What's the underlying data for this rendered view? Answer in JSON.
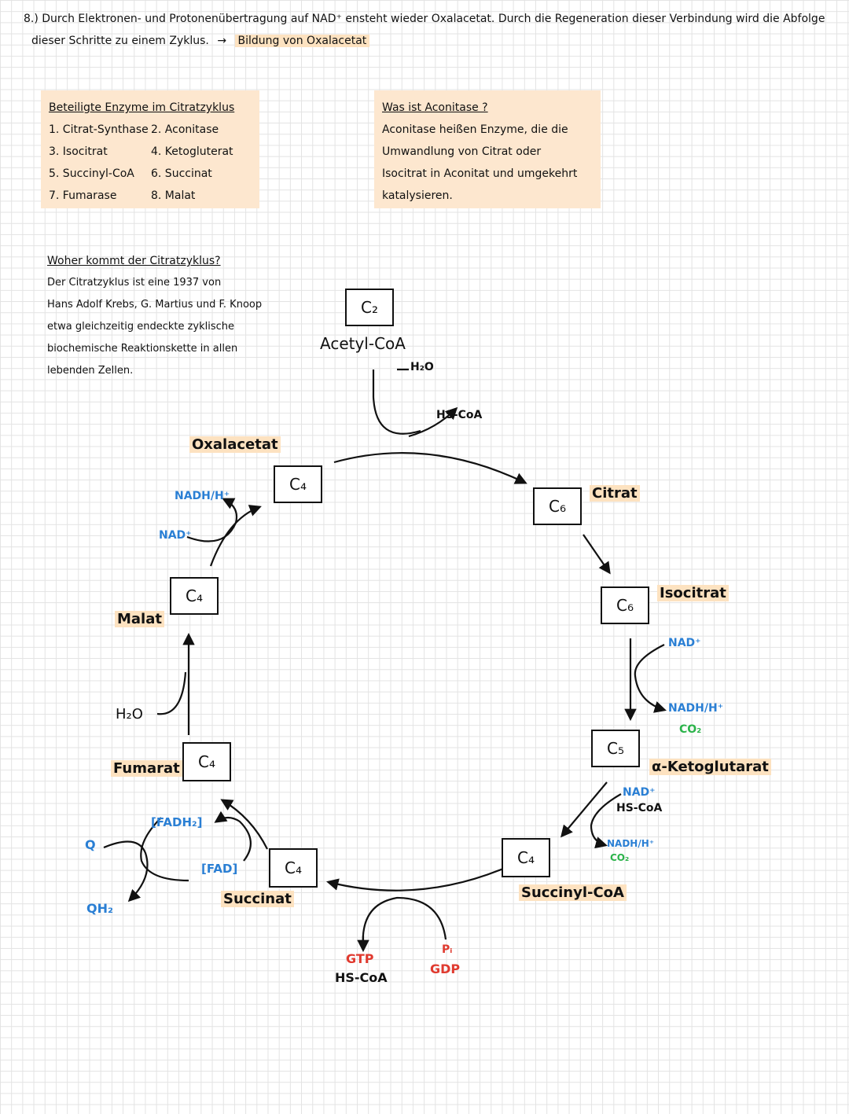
{
  "intro": {
    "line1": "8.) Durch Elektronen- und Protonenübertragung auf NAD⁺ ensteht wieder Oxalacetat. Durch die Regeneration dieser Verbindung wird die Abfolge",
    "line2": "dieser Schritte zu einem Zyklus.",
    "arrow": "→",
    "highlight": "Bildung von Oxalacetat"
  },
  "enzymes": {
    "title": "Beteiligte Enzyme im Citratzyklus",
    "items": [
      "1. Citrat-Synthase",
      "2. Aconitase",
      "3. Isocitrat",
      "4. Ketogluterat",
      "5. Succinyl-CoA",
      "6. Succinat",
      "7. Fumarase",
      "8. Malat"
    ]
  },
  "aconitase": {
    "title": "Was ist Aconitase ?",
    "lines": [
      "Aconitase heißen Enzyme, die die",
      "Umwandlung von Citrat oder",
      "Isocitrat in Aconitat und umgekehrt",
      "katalysieren."
    ]
  },
  "origin": {
    "title": "Woher kommt der Citratzyklus?",
    "lines": [
      "Der Citratzyklus ist eine 1937 von",
      "Hans Adolf Krebs, G. Martius und F. Knoop",
      "etwa gleichzeitig endeckte zyklische",
      "biochemische Reaktionskette in allen",
      "lebenden Zellen."
    ]
  },
  "cycle": {
    "acetyl_box": "C₂",
    "acetyl_label": "Acetyl-CoA",
    "h2o_top": "H₂O",
    "hscoa_top": "HS-CoA",
    "citrat_box": "C₆",
    "citrat_label": "Citrat",
    "isocitrat_box": "C₆",
    "isocitrat_label": "Isocitrat",
    "nad_iso": "NAD⁺",
    "nadh_iso": "NADH/H⁺",
    "co2_iso": "CO₂",
    "keto_box": "C₅",
    "keto_label": "α-Ketoglutarat",
    "nad_keto": "NAD⁺",
    "hscoa_keto": "HS-CoA",
    "nadh_keto": "NADH/H⁺",
    "co2_keto": "CO₂",
    "succcoa_box": "C₄",
    "succcoa_label": "Succinyl-CoA",
    "gtp": "GTP",
    "hscoa_bottom": "HS-CoA",
    "pi": "Pᵢ",
    "gdp": "GDP",
    "succinat_box": "C₄",
    "succinat_label": "Succinat",
    "fadh2": "[FADH₂]",
    "fad": "[FAD]",
    "q": "Q",
    "qh2": "QH₂",
    "fumarat_box": "C₄",
    "fumarat_label": "Fumarat",
    "h2o_left": "H₂O",
    "malat_box": "C₄",
    "malat_label": "Malat",
    "nad_malat": "NAD⁺",
    "nadh_malat": "NADH/H⁺",
    "oxal_box": "C₄",
    "oxal_label": "Oxalacetat"
  },
  "colors": {
    "highlight": "#fde2c0",
    "box": "#fde7cf",
    "blue": "#2a7fd4",
    "green": "#2bb34a",
    "red": "#e03a2f"
  }
}
